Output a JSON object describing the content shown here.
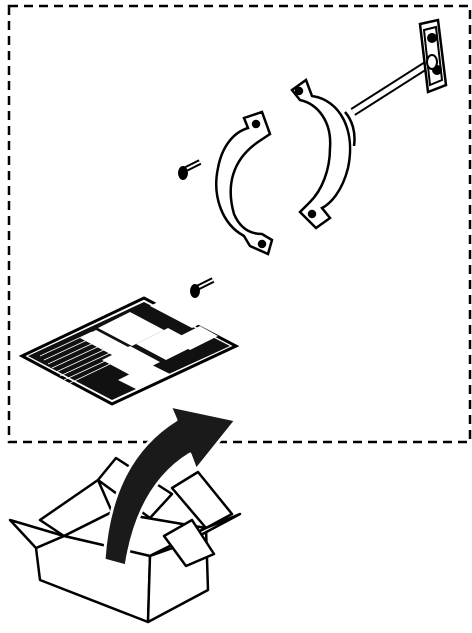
{
  "illustration": {
    "contents_group": {
      "parts": [
        {
          "name": "wall-bracket"
        },
        {
          "name": "pipe-clamp-half-back"
        },
        {
          "name": "pipe-clamp-half-front"
        },
        {
          "name": "screw-upper"
        },
        {
          "name": "screw-lower"
        },
        {
          "name": "instruction-leaflet"
        }
      ],
      "border_style": "dashed"
    },
    "packaging": {
      "name": "open-cardboard-box"
    },
    "motion": {
      "name": "unpack-arrow",
      "direction": "out-of-box"
    },
    "colors": {
      "line": "#000000",
      "fill": "#ffffff",
      "arrow": "#1a1a1a"
    }
  }
}
